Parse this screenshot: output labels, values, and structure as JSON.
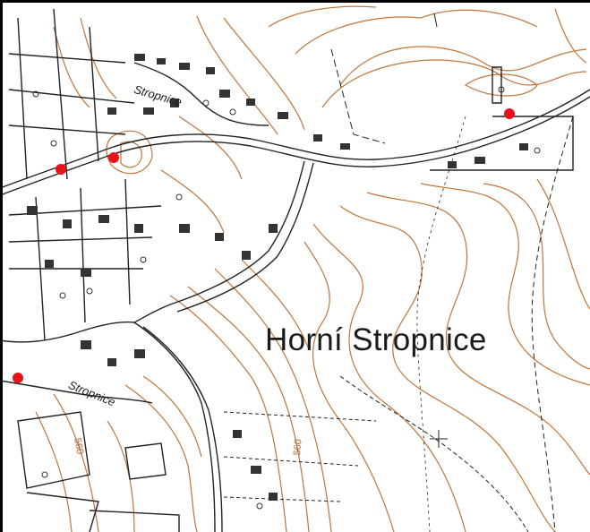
{
  "map": {
    "place_label": "Horní Stropnice",
    "river_labels": [
      "Stropnice",
      "Stropnice"
    ],
    "contour_labels": [
      "560",
      "560"
    ],
    "colors": {
      "background": "#ffffff",
      "contour": "#c0753a",
      "linework": "#222222",
      "marker": "#e8121a",
      "frame": "#000000"
    },
    "marker_count": 4
  }
}
